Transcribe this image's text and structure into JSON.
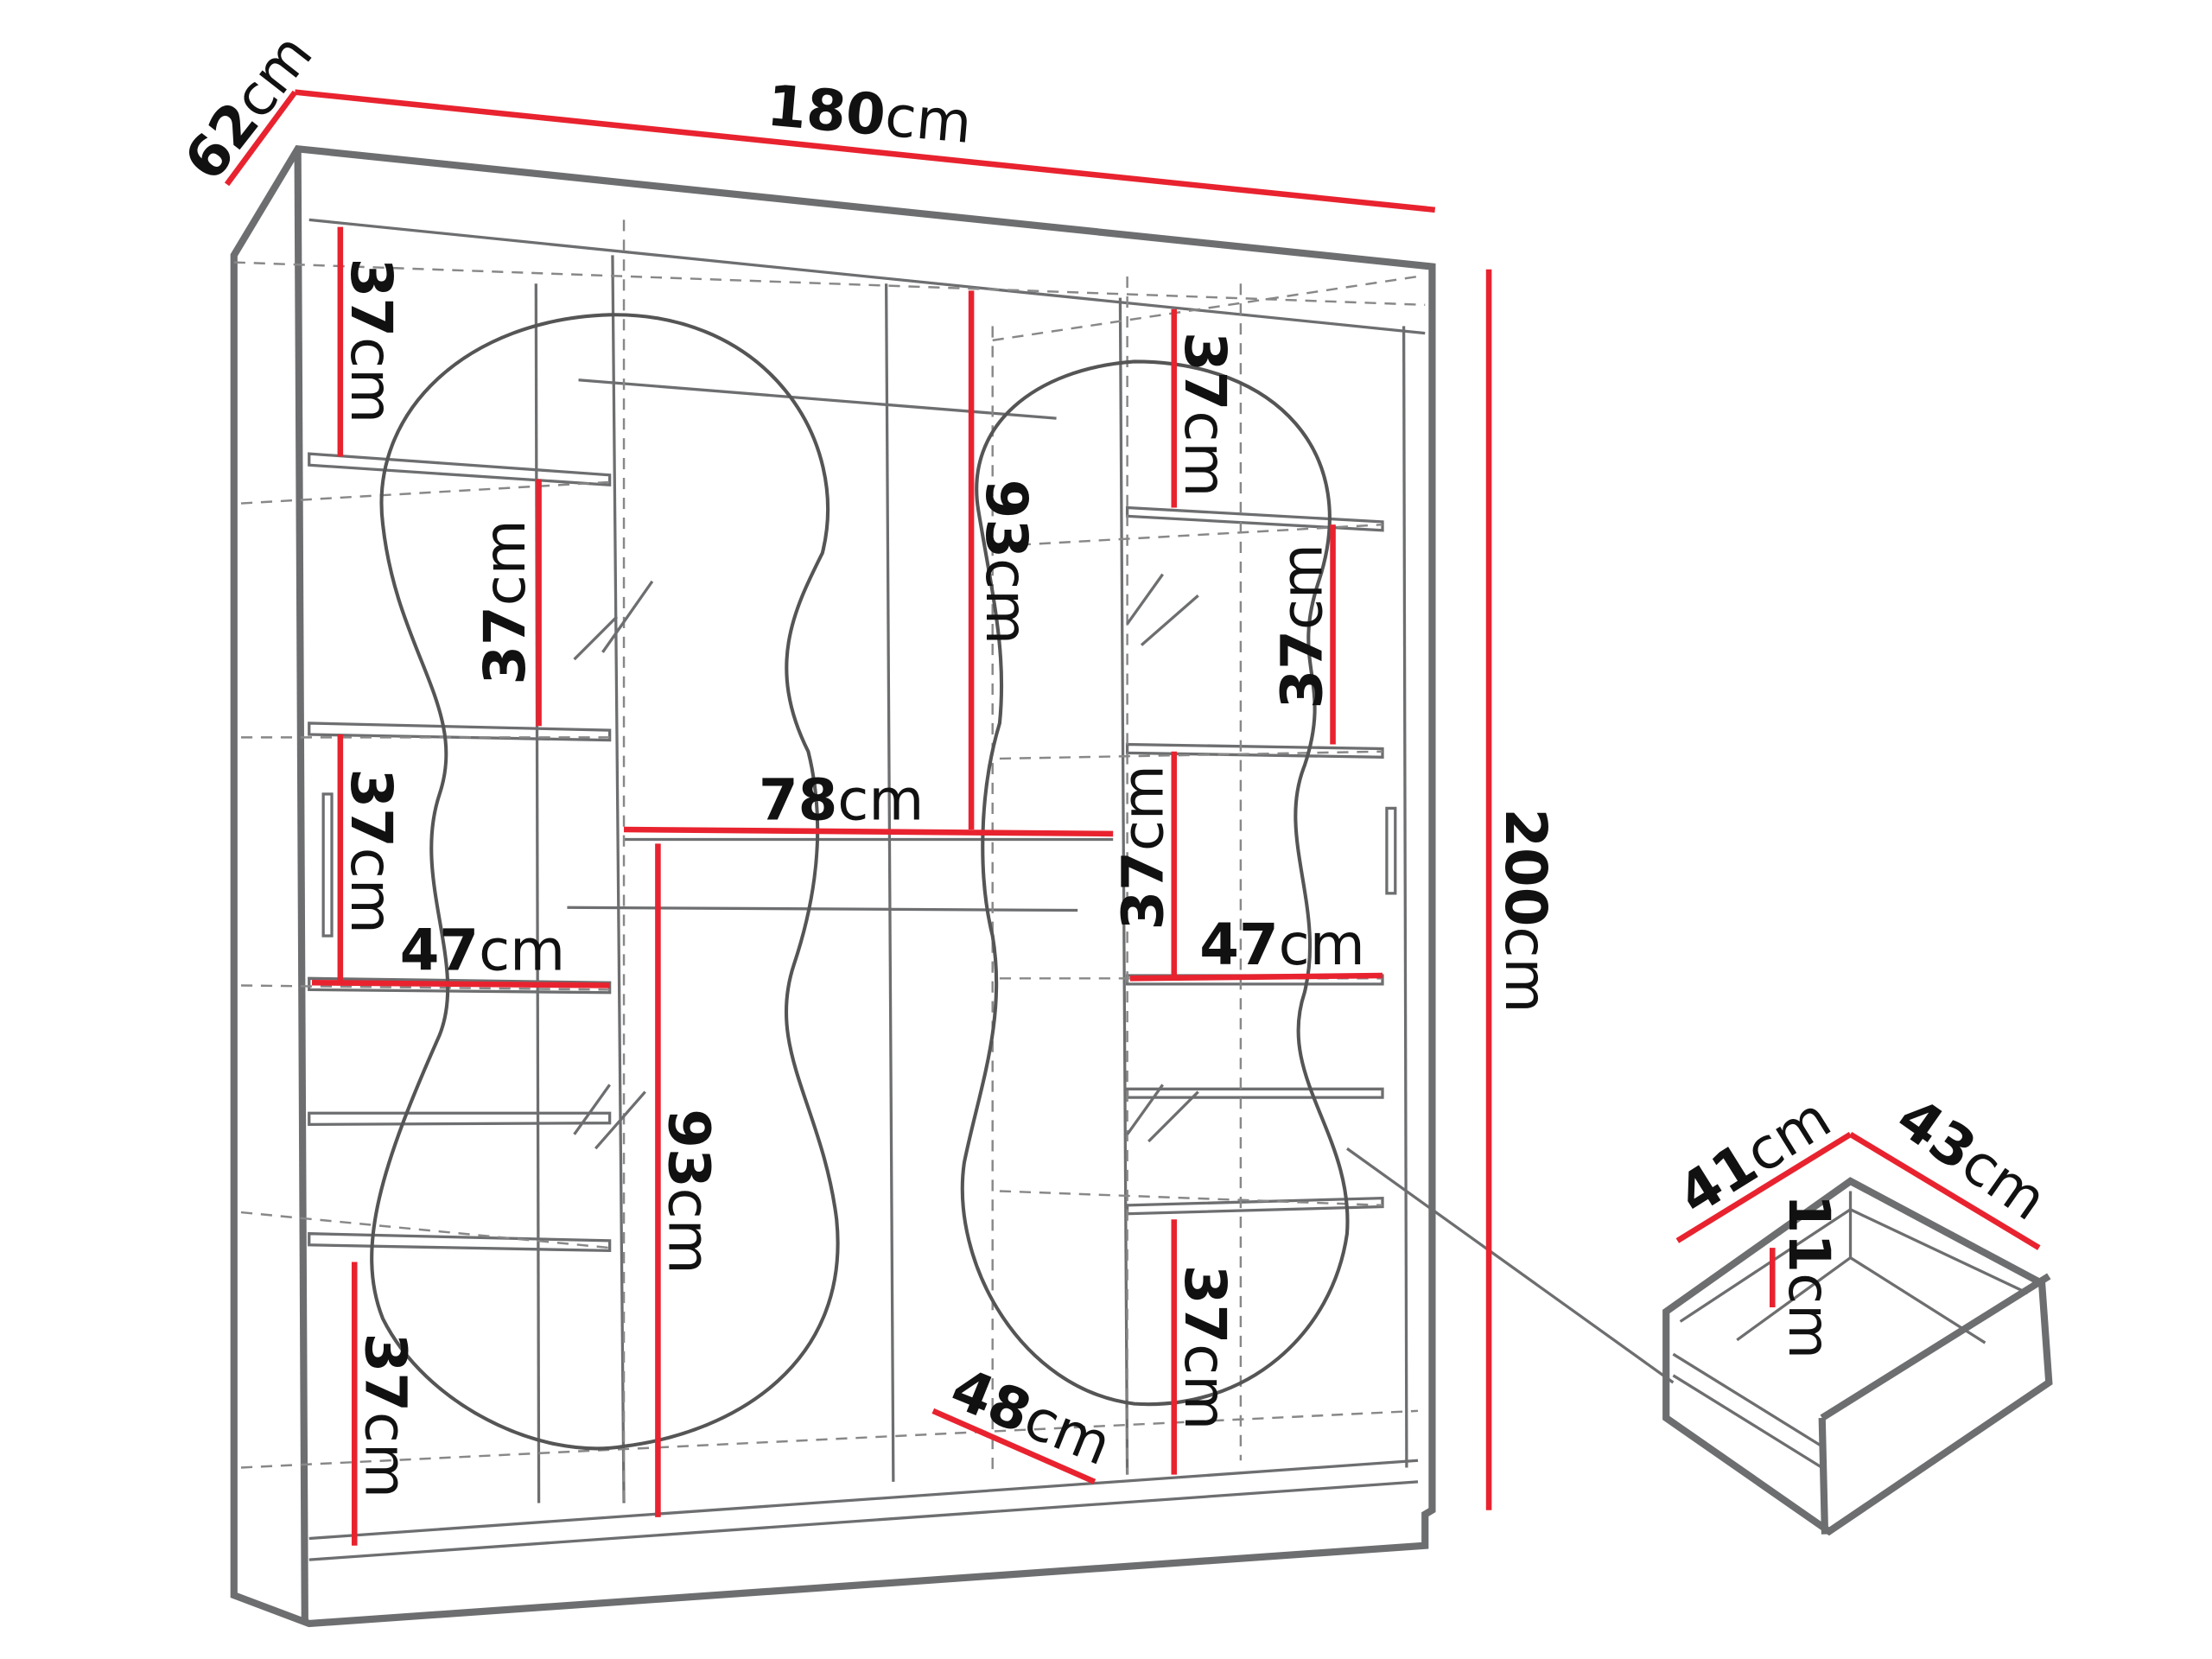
{
  "diagram": {
    "labels": {
      "depth": {
        "value": "62",
        "unit": "cm"
      },
      "width": {
        "value": "180",
        "unit": "cm"
      },
      "height": {
        "value": "200",
        "unit": "cm"
      },
      "left_top_shelf": {
        "value": "37",
        "unit": "cm"
      },
      "left_mid_shelf": {
        "value": "37",
        "unit": "cm"
      },
      "left_low_shelf": {
        "value": "37",
        "unit": "cm"
      },
      "left_shelf_width": {
        "value": "47",
        "unit": "cm"
      },
      "left_bottom_shelf": {
        "value": "37",
        "unit": "cm"
      },
      "left_hanging": {
        "value": "93",
        "unit": "cm"
      },
      "rail_width": {
        "value": "78",
        "unit": "cm"
      },
      "right_hanging": {
        "value": "93",
        "unit": "cm"
      },
      "right_top_shelf": {
        "value": "37",
        "unit": "cm"
      },
      "right_mid_shelf": {
        "value": "37",
        "unit": "cm"
      },
      "right_low_shelf": {
        "value": "37",
        "unit": "cm"
      },
      "right_shelf_width": {
        "value": "47",
        "unit": "cm"
      },
      "right_bottom_shelf": {
        "value": "37",
        "unit": "cm"
      },
      "inner_depth": {
        "value": "48",
        "unit": "cm"
      },
      "drawer_width": {
        "value": "41",
        "unit": "cm"
      },
      "drawer_depth": {
        "value": "43",
        "unit": "cm"
      },
      "drawer_height": {
        "value": "11",
        "unit": "cm"
      }
    },
    "accent_color": "#e8232f",
    "outline_color": "#6d6e70"
  }
}
